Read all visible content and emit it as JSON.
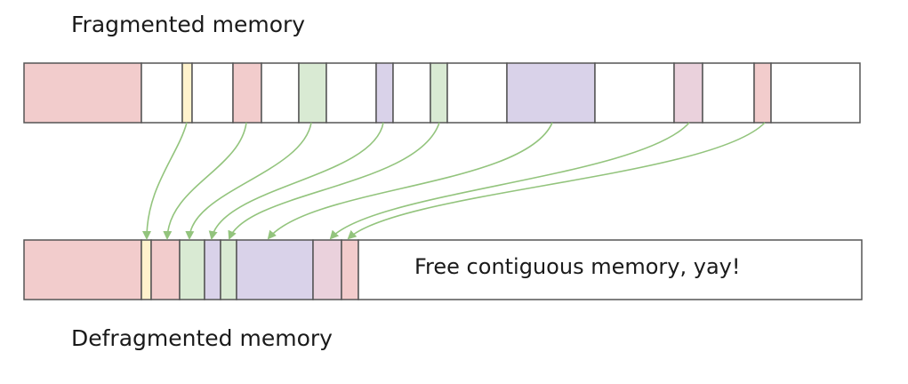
{
  "diagram": {
    "top_label": "Fragmented memory",
    "bottom_label": "Defragmented memory",
    "free_label": "Free contiguous memory, yay!"
  },
  "colors": {
    "red": "#f2cccc",
    "yellow": "#fff2cc",
    "green": "#d9ead3",
    "purple": "#d9d2e9",
    "pink": "#ead1dc",
    "free": "#ffffff",
    "border": "#555555",
    "arrow": "#93c47d"
  },
  "fragmented_blocks": [
    {
      "color": "red"
    },
    {
      "color": "free"
    },
    {
      "color": "yellow"
    },
    {
      "color": "free"
    },
    {
      "color": "red"
    },
    {
      "color": "free"
    },
    {
      "color": "green"
    },
    {
      "color": "free"
    },
    {
      "color": "purple"
    },
    {
      "color": "free"
    },
    {
      "color": "green"
    },
    {
      "color": "free"
    },
    {
      "color": "purple"
    },
    {
      "color": "free"
    },
    {
      "color": "pink"
    },
    {
      "color": "free"
    },
    {
      "color": "red"
    },
    {
      "color": "free"
    }
  ],
  "defragmented_blocks": [
    {
      "color": "red"
    },
    {
      "color": "yellow"
    },
    {
      "color": "red"
    },
    {
      "color": "green"
    },
    {
      "color": "purple"
    },
    {
      "color": "green"
    },
    {
      "color": "purple"
    },
    {
      "color": "pink"
    },
    {
      "color": "red"
    },
    {
      "color": "free"
    }
  ]
}
